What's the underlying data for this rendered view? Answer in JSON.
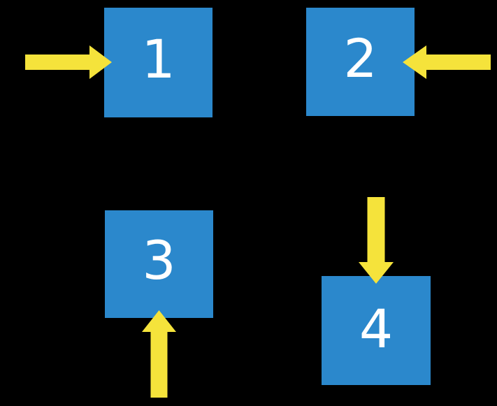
{
  "colors": {
    "background": "#000000",
    "square": "#2B88CC",
    "arrow": "#F5E33B",
    "digit": "#FFFFFF"
  },
  "diagram": {
    "squares": [
      {
        "label": "1",
        "arrow_direction": "pointing-right-from-left"
      },
      {
        "label": "2",
        "arrow_direction": "pointing-left-from-right"
      },
      {
        "label": "3",
        "arrow_direction": "pointing-up-from-below"
      },
      {
        "label": "4",
        "arrow_direction": "pointing-down-from-above"
      }
    ]
  }
}
